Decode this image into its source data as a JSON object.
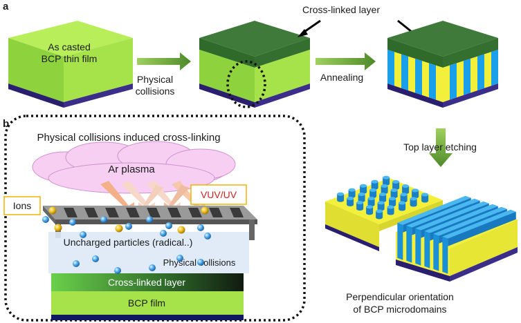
{
  "panel_a": {
    "letter": "a",
    "film_line1": "As casted",
    "film_line2": "BCP thin film",
    "step1_line1": "Physical",
    "step1_line2": "collisions",
    "step2": "Annealing",
    "crosslinked_callout": "Cross-linked layer",
    "step3": "Top layer etching",
    "result_line1": "Perpendicular orientation",
    "result_line2": "of BCP microdomains"
  },
  "panel_b": {
    "letter": "b",
    "title": "Physical collisions induced cross-linking",
    "plasma": "Ar plasma",
    "ions": "Ions",
    "vuv": "VUV/UV",
    "uncharged": "Uncharged particles (radical..)",
    "collisions": "Physical collisions",
    "crosslinked": "Cross-linked layer",
    "film": "BCP film"
  },
  "colors": {
    "film_green": "#a6e34a",
    "film_side": "#86c83a",
    "crosslink_green": "#3f7a3a",
    "substrate": "#2a1f6e",
    "block_blue": "#1aa0e8",
    "block_yellow": "#f2f03a",
    "arrow_green": "#6fa83a",
    "callout_border": "#f0b400",
    "vuv_red": "#d42020"
  }
}
